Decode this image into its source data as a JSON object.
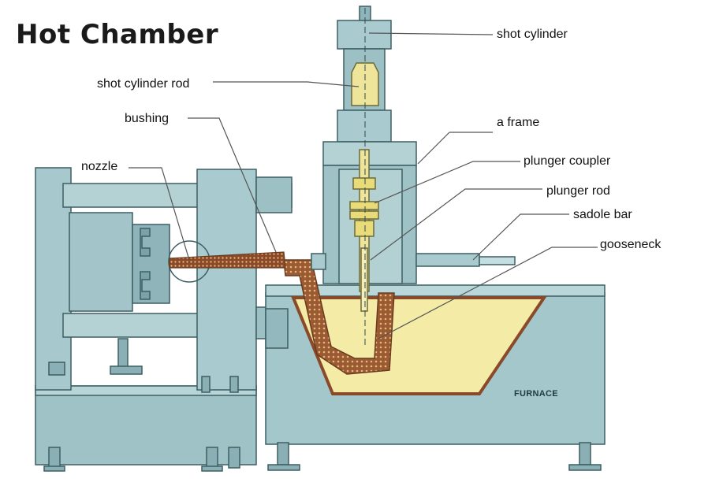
{
  "title": "Hot Chamber",
  "labels": {
    "shot_cylinder": "shot cylinder",
    "shot_cylinder_rod": "shot cylinder rod",
    "bushing": "bushing",
    "a_frame": "a frame",
    "nozzle": "nozzle",
    "plunger_coupler": "plunger coupler",
    "plunger_rod": "plunger rod",
    "sadole_bar": "sadole bar",
    "gooseneck": "gooseneck",
    "furnace": "FURNACE"
  },
  "colors": {
    "machine": "#9fc2c6",
    "machine_dark": "#6f9aa0",
    "outline": "#3d5f64",
    "molten_metal": "#f3eba6",
    "gooseneck_brown": "#8a4a2a",
    "leader_line": "#555555"
  }
}
